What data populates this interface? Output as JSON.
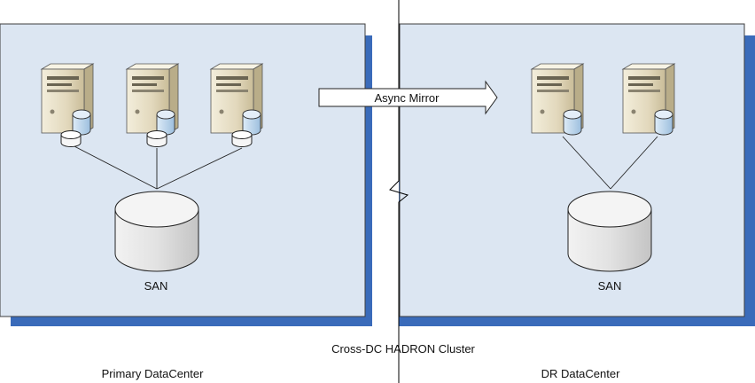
{
  "colors": {
    "panel_fill": "#DCE6F2",
    "panel_border": "#3C3C3C",
    "panel_shadow": "#3A6BBA",
    "server_fill": "#E4DCC4",
    "server_dark": "#B8AC8A",
    "disk_blue": "#BDD7EE",
    "san_fill": "#E8E8E8"
  },
  "primary": {
    "label": "Primary DataCenter",
    "servers": [
      "server-icon",
      "server-icon",
      "server-icon"
    ],
    "san_label": "SAN"
  },
  "dr": {
    "label": "DR DataCenter",
    "servers": [
      "server-icon",
      "server-icon"
    ],
    "san_label": "SAN"
  },
  "arrow_label": "Async Mirror",
  "cluster_label": "Cross-DC HADRON Cluster"
}
